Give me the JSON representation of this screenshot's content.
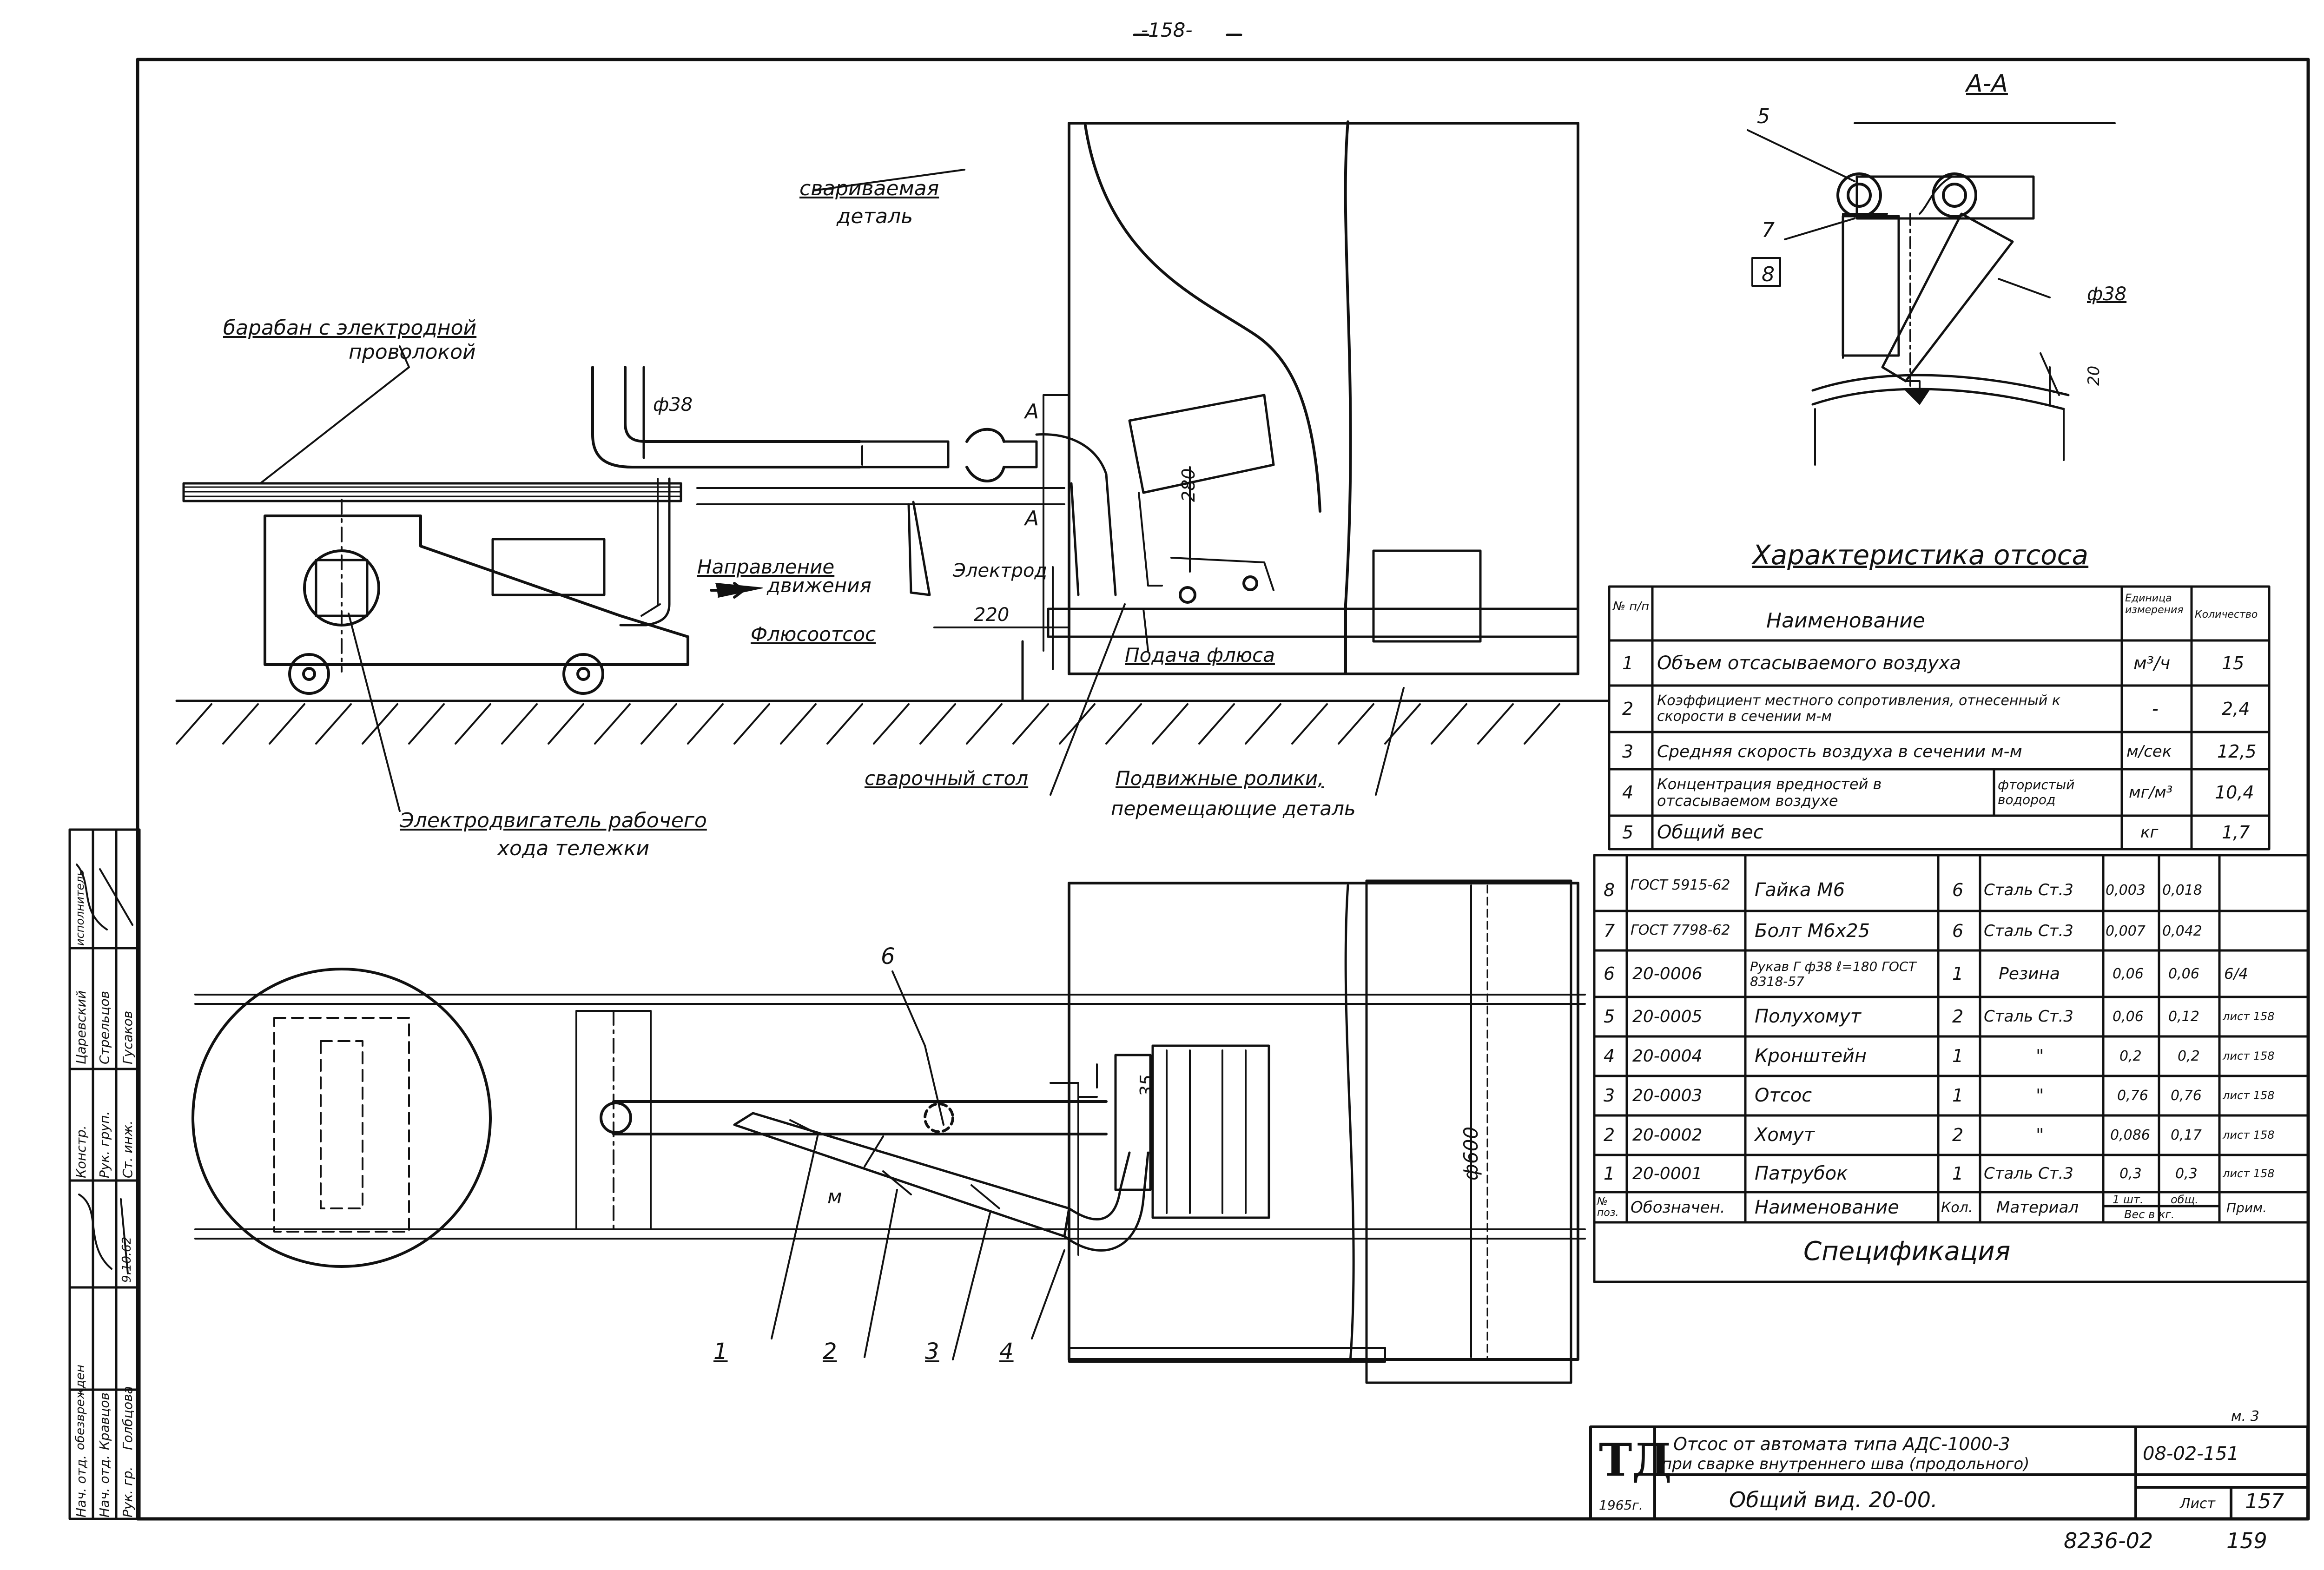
{
  "page_number_top": "-158-",
  "footer_code": "8236-02",
  "footer_page": "159",
  "labels": {
    "welded_part": [
      "свариваемая",
      "деталь"
    ],
    "drum": [
      "барабан с электродной",
      "проволокой"
    ],
    "d38_left": "ф38",
    "section_a": "А",
    "dim_280": "280",
    "dim_220": "220",
    "direction": [
      "Направление",
      "движения"
    ],
    "electrode": "Электрод",
    "flux_suction": "Флюсоотсос",
    "flux_feed": "Подача флюса",
    "welding_table": "сварочный стол",
    "rollers": [
      "Подвижные ролики,",
      "перемещающие деталь"
    ],
    "motor": [
      "Электродвигатель рабочего",
      "хода тележки"
    ],
    "section_title": "А-А",
    "d38_section": "ф38",
    "dim_20": "20",
    "dim_35": "35",
    "dim_600": "ф600",
    "mm": "м",
    "callouts": [
      "1",
      "2",
      "3",
      "4",
      "5",
      "6",
      "7",
      "8"
    ]
  },
  "characteristics": {
    "title": "Характеристика отсоса",
    "headers": {
      "num": "№ п/п",
      "name": "Наименование",
      "unit": "Единица измерения",
      "value": "Количество"
    },
    "rows": [
      {
        "num": "1",
        "name": "Объем отсасываемого воздуха",
        "note": "",
        "unit": "м³/ч",
        "value": "15"
      },
      {
        "num": "2",
        "name": "Коэффициент местного сопротивления, отнесенный к скорости в сечении м-м",
        "note": "",
        "unit": "-",
        "value": "2,4"
      },
      {
        "num": "3",
        "name": "Средняя скорость воздуха в сечении м-м",
        "note": "",
        "unit": "м/сек",
        "value": "12,5"
      },
      {
        "num": "4",
        "name": "Концентрация вредностей в отсасываемом воздухе",
        "note": "фтористый водород",
        "unit": "мг/м³",
        "value": "10,4"
      },
      {
        "num": "5",
        "name": "Общий вес",
        "note": "",
        "unit": "кг",
        "value": "1,7"
      }
    ]
  },
  "specification": {
    "title": "Спецификация",
    "headers": {
      "pos": "№ поз.",
      "designation": "Обозначен.",
      "name": "Наименование",
      "qty": "Кол.",
      "material": "Материал",
      "weight_unit": "1 шт.",
      "weight_total": "общ.",
      "weight_label": "Вес в кг.",
      "note": "Прим."
    },
    "rows": [
      {
        "pos": "8",
        "designation": "ГОСТ 5915-62",
        "name": "Гайка М6",
        "qty": "6",
        "material": "Сталь Ст.3",
        "w1": "0,003",
        "w2": "0,018",
        "note": ""
      },
      {
        "pos": "7",
        "designation": "ГОСТ 7798-62",
        "name": "Болт М6х25",
        "qty": "6",
        "material": "Сталь Ст.3",
        "w1": "0,007",
        "w2": "0,042",
        "note": ""
      },
      {
        "pos": "6",
        "designation": "20-0006",
        "name": "Рукав Г ф38 ℓ=180 ГОСТ 8318-57",
        "qty": "1",
        "material": "Резина",
        "w1": "0,06",
        "w2": "0,06",
        "note": "6/4"
      },
      {
        "pos": "5",
        "designation": "20-0005",
        "name": "Полухомут",
        "qty": "2",
        "material": "Сталь Ст.3",
        "w1": "0,06",
        "w2": "0,12",
        "note": "лист 158"
      },
      {
        "pos": "4",
        "designation": "20-0004",
        "name": "Кронштейн",
        "qty": "1",
        "material": "\"",
        "w1": "0,2",
        "w2": "0,2",
        "note": "лист 158"
      },
      {
        "pos": "3",
        "designation": "20-0003",
        "name": "Отсос",
        "qty": "1",
        "material": "\"",
        "w1": "0,76",
        "w2": "0,76",
        "note": "лист 158"
      },
      {
        "pos": "2",
        "designation": "20-0002",
        "name": "Хомут",
        "qty": "2",
        "material": "\"",
        "w1": "0,086",
        "w2": "0,17",
        "note": "лист 158"
      },
      {
        "pos": "1",
        "designation": "20-0001",
        "name": "Патрубок",
        "qty": "1",
        "material": "Сталь Ст.3",
        "w1": "0,3",
        "w2": "0,3",
        "note": "лист 158"
      }
    ]
  },
  "title_block": {
    "logo": "ТД",
    "year": "1965г.",
    "title": [
      "Отсос от автомата типа АДС-1000-3",
      "при сварке внутреннего шва (продольного)"
    ],
    "subtitle": "Общий вид. 20-00.",
    "code": "08-02-151",
    "sheet_label": "Лист",
    "sheet": "157",
    "scale": "м. 3"
  },
  "signatures": {
    "roles": [
      "Нач. отд.",
      "Нач. отд.",
      "Рук. гр.",
      "Ст. инж.",
      "Рук. груп.",
      "Констр."
    ],
    "names": [
      "Кравцов",
      "Голбцова",
      "Гусаков",
      "Стрельцов",
      "Царевский"
    ],
    "marks": [
      "обезврежден",
      "исполнитель",
      "9.10.62"
    ]
  }
}
